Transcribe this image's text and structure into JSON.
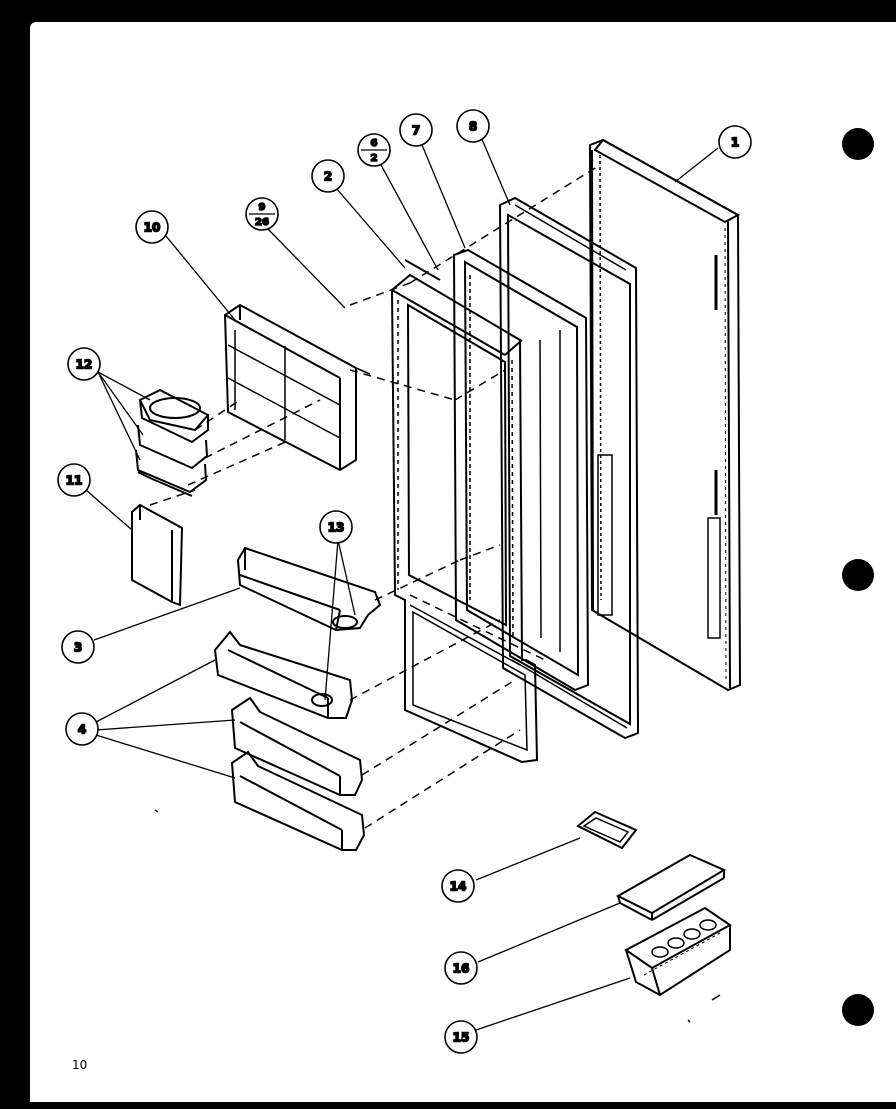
{
  "diagram": {
    "callouts": {
      "c1": "1",
      "c2": "2",
      "c3": "3",
      "c4": "4",
      "c7": "7",
      "c8": "8",
      "c10": "10",
      "c11": "11",
      "c12": "12",
      "c13": "13",
      "c14": "14",
      "c15": "15",
      "c16": "16",
      "c6_top": "6",
      "c6_bottom": "2",
      "c9_top": "9",
      "c9_bottom": "26"
    },
    "page_number": "10"
  }
}
